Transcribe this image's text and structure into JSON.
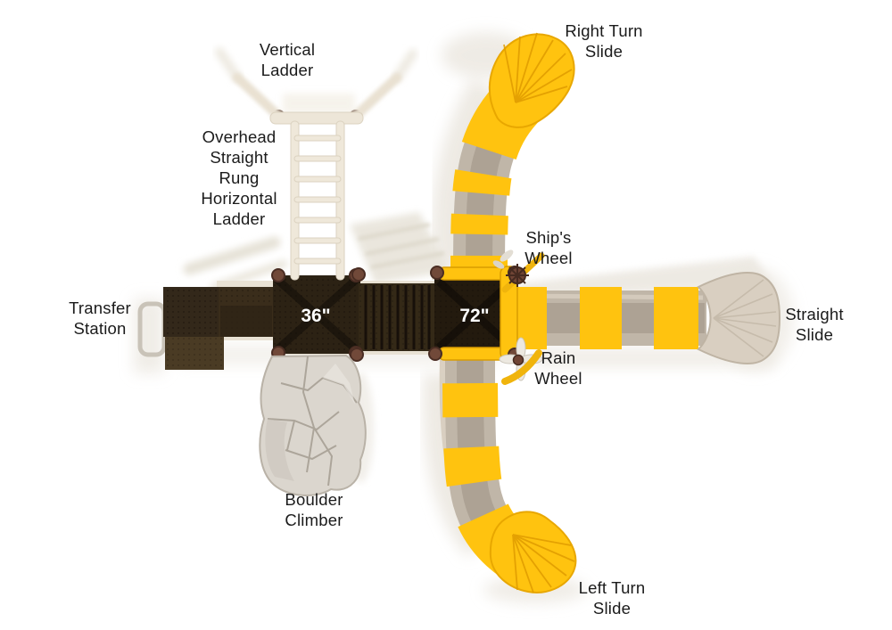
{
  "diagram": {
    "type": "playground-equipment-top-view-plan",
    "background": "#ffffff"
  },
  "labels": {
    "vertical_ladder": "Vertical\nLadder",
    "right_turn_slide": "Right Turn\nSlide",
    "overhead_ladder": "Overhead\nStraight\nRung\nHorizontal\nLadder",
    "ships_wheel": "Ship's\nWheel",
    "transfer_station": "Transfer\nStation",
    "straight_slide": "Straight\nSlide",
    "rain_wheel": "Rain\nWheel",
    "boulder_climber": "Boulder\nClimber",
    "left_turn_slide": "Left Turn\nSlide"
  },
  "decks": {
    "deck36": "36\"",
    "deck72": "72\""
  },
  "colors": {
    "deck_brown": "#3a2d1b",
    "deck_dark_brown": "#2c2214",
    "deck_darkest_brown": "#231a0e",
    "deck_step_brown": "#4a3b24",
    "stair_brown": "#342917",
    "slide_yellow": "#FFC30F",
    "slide_yellow_shade": "#E09C00",
    "tube_gray": "#C0B6A8",
    "tube_core_gray": "#A99F91",
    "slide_exit_tan": "#D9CFC1",
    "ladder_cream": "#EFE8DA",
    "connector_brown": "#714939",
    "boulder_gray": "#DBD6CE",
    "shadow_gray": "#ECE8E1",
    "label_text": "#1b1b1b",
    "deck_label_text": "#ffffff"
  }
}
